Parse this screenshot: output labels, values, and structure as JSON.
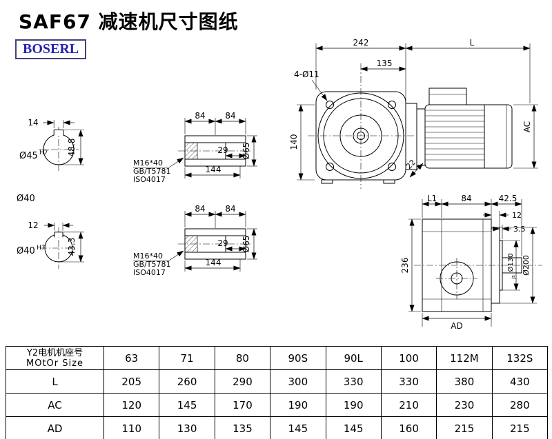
{
  "page": {
    "title": "SAF67 减速机尺寸图纸",
    "logo": "BOSERL"
  },
  "bore_option_top": {
    "keyway_width": "14",
    "bore_dia": "Ø45",
    "bore_fit": "H7",
    "keyway_depth_dim": "48.8",
    "alt_bore_label": "Ø40"
  },
  "bore_option_bottom": {
    "keyway_width": "12",
    "bore_dia": "Ø40",
    "bore_fit": "H7",
    "keyway_depth_dim": "43.3"
  },
  "hollow_shaft": {
    "seg_a": "84",
    "seg_b": "84",
    "end_len": "29",
    "total_len": "144",
    "outer_dia": "Ø65",
    "bolt_spec": "M16*40",
    "bolt_std_gb": "GB/T5781",
    "bolt_std_iso": "ISO4017"
  },
  "front_view": {
    "housing_width": "242",
    "motor_length": "L",
    "center_to_face": "135",
    "mount_holes": "4-Ø11",
    "center_height": "140",
    "foot_dim": "22",
    "motor_dia": "AC"
  },
  "side_view": {
    "dim_l1": "L1",
    "dim_mid": "84",
    "dim_flange": "42.5",
    "flange_thickness": "12",
    "spigot_depth": "3.5",
    "housing_height": "236",
    "spigot_dia": "Ø130",
    "spigot_fit": "js",
    "flange_dia": "Ø200",
    "width_dim": "AD"
  },
  "spec_table": {
    "header_cn": "Y2电机机座号",
    "header_en": "MOtOr Size",
    "frame_sizes": [
      "63",
      "71",
      "80",
      "90S",
      "90L",
      "100",
      "112M",
      "132S"
    ],
    "rows": [
      {
        "label": "L",
        "values": [
          "205",
          "260",
          "290",
          "300",
          "330",
          "330",
          "380",
          "430"
        ]
      },
      {
        "label": "AC",
        "values": [
          "120",
          "145",
          "170",
          "190",
          "190",
          "210",
          "230",
          "280"
        ]
      },
      {
        "label": "AD",
        "values": [
          "110",
          "130",
          "135",
          "145",
          "145",
          "160",
          "215",
          "215"
        ]
      }
    ]
  }
}
